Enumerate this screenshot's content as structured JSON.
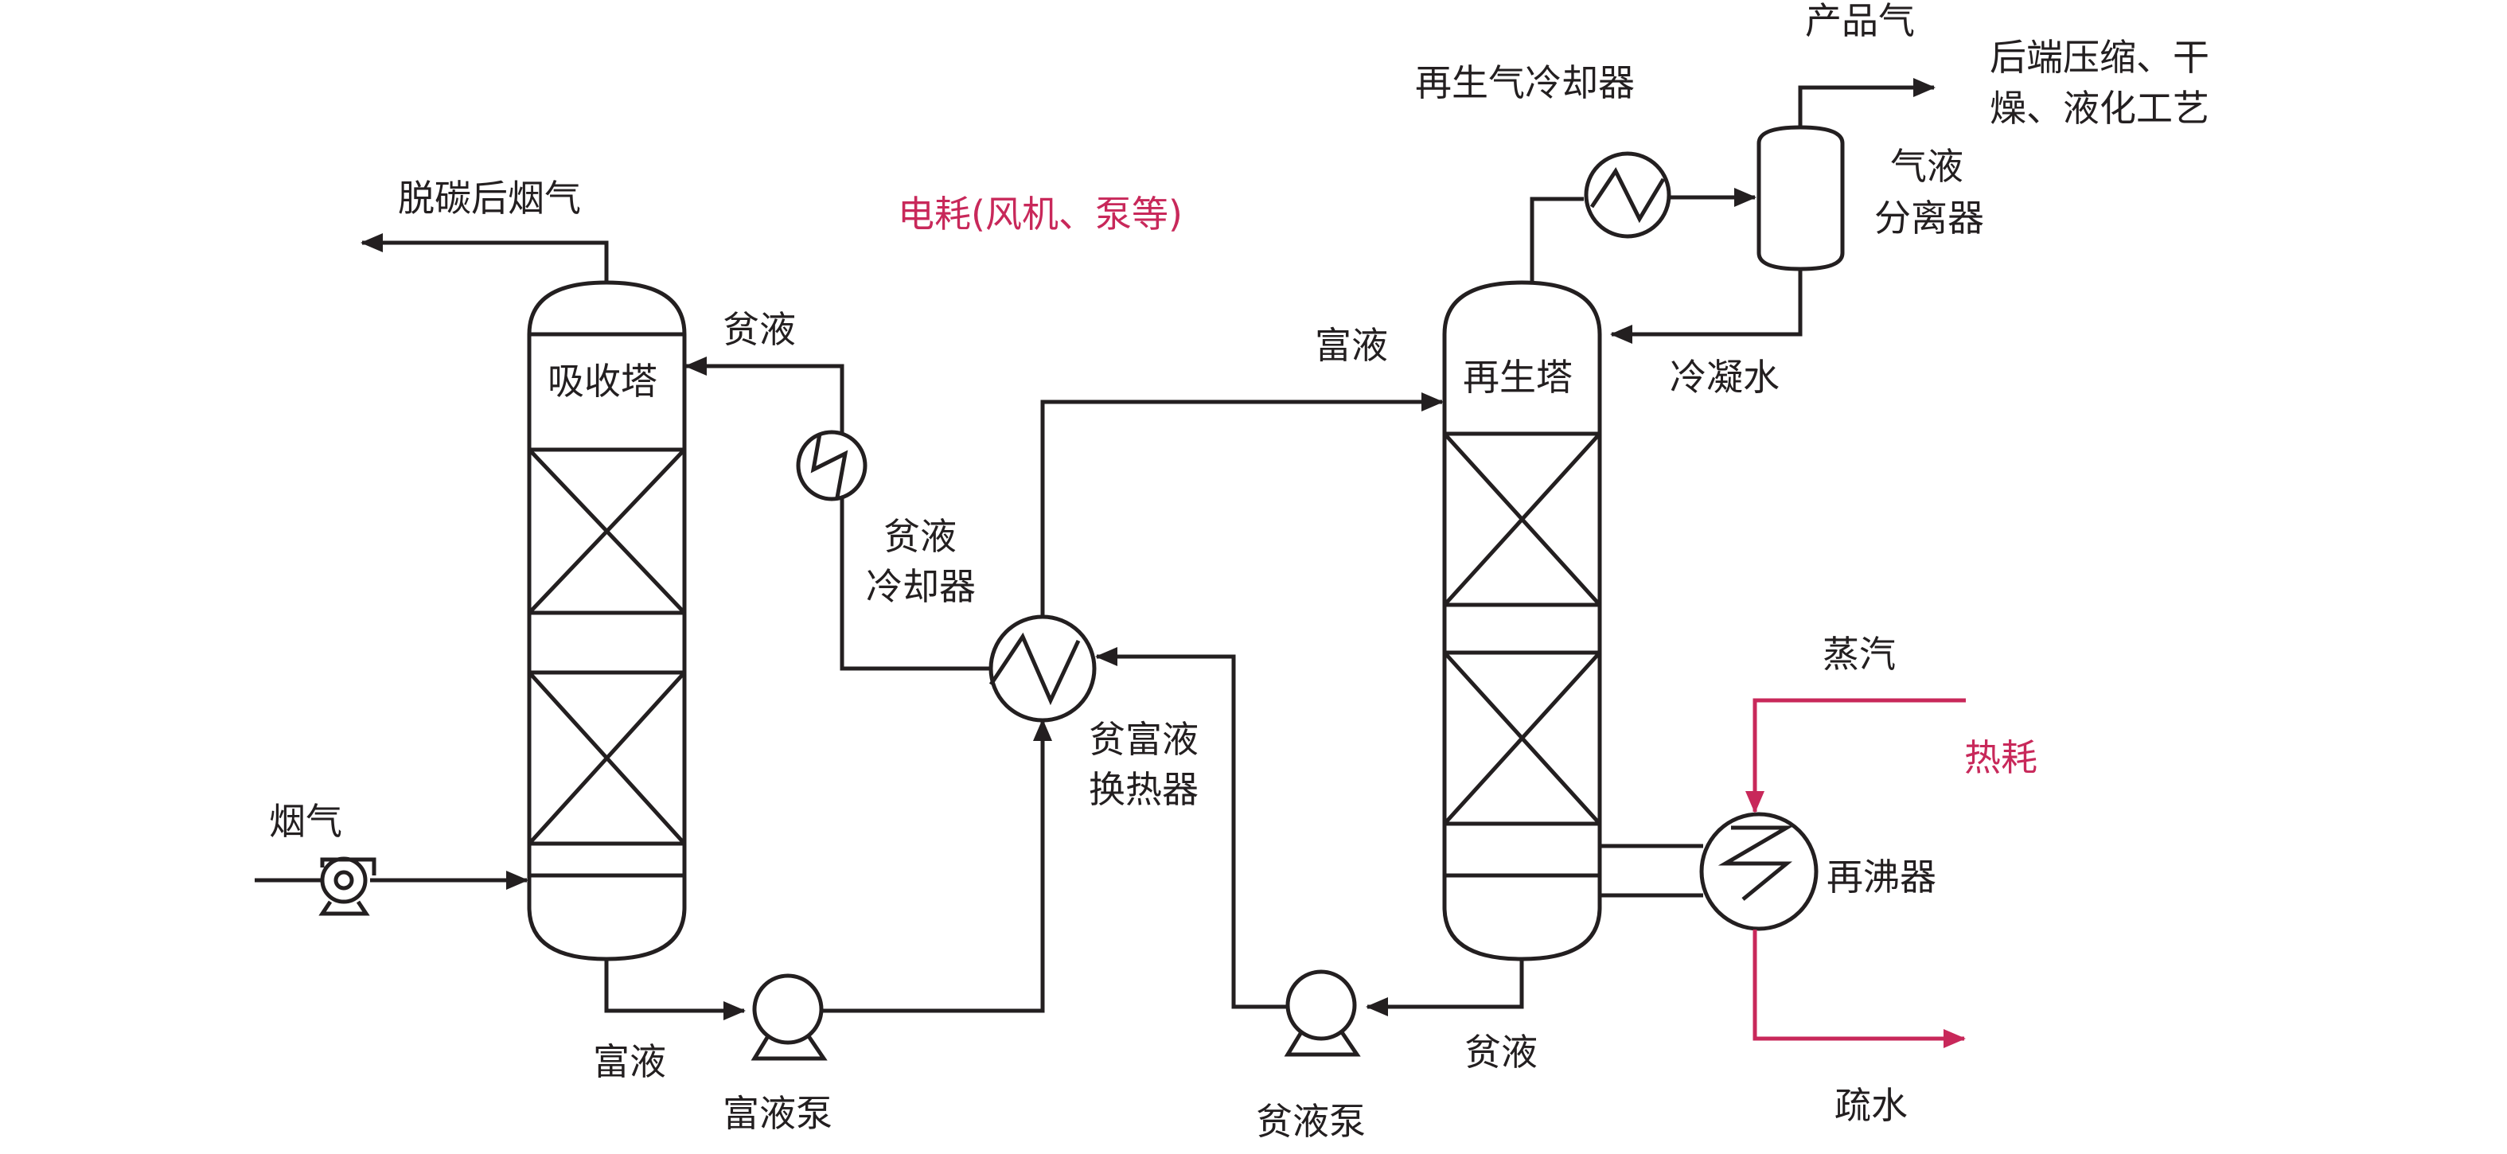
{
  "labels": {
    "flue_gas_after": "脱碳后烟气",
    "flue_gas": "烟气",
    "absorber": "吸收塔",
    "lean_top": "贫液",
    "rich_top": "富液",
    "electricity": "电耗(风机、泵等)",
    "lean_cooler_1": "贫液",
    "lean_cooler_2": "冷却器",
    "hx_1": "贫富液",
    "hx_2": "换热器",
    "rich_bottom": "富液",
    "rich_pump": "富液泵",
    "lean_pump": "贫液泵",
    "lean_bottom": "贫液",
    "regenerator": "再生塔",
    "regen_gas_cooler": "再生气冷却器",
    "product_gas": "产品气",
    "backend_1": "后端压缩、干",
    "backend_2": "燥、液化工艺",
    "separator_1": "气液",
    "separator_2": "分离器",
    "condensate": "冷凝水",
    "steam": "蒸汽",
    "heat": "热耗",
    "reboiler": "再沸器",
    "drain": "疏水"
  },
  "colors": {
    "line": "#231f20",
    "accent": "#c8285a"
  }
}
